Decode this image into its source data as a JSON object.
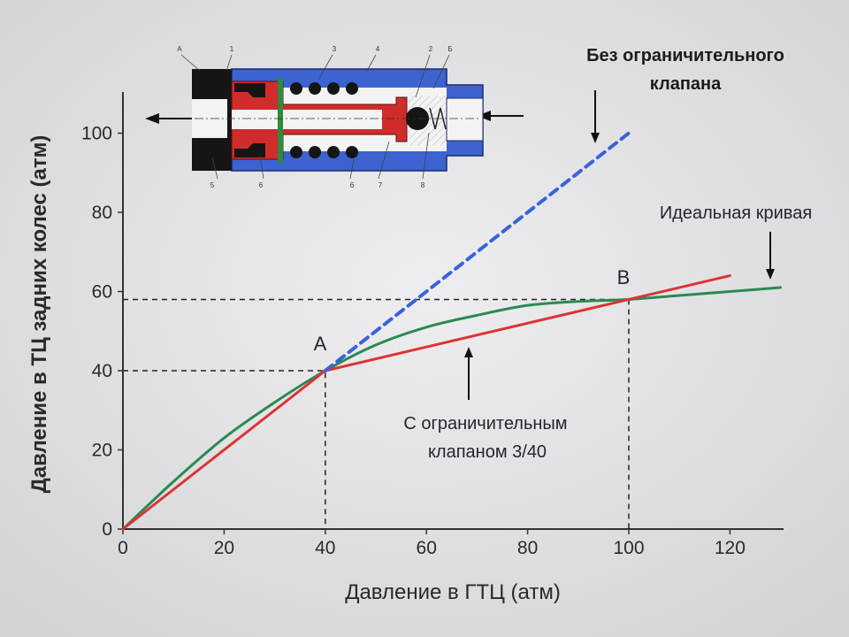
{
  "chart_data": {
    "type": "line",
    "xlabel": "Давление в ГТЦ (атм)",
    "ylabel": "Давление в ТЦ задних колес (атм)",
    "xlim": [
      0,
      130
    ],
    "ylim": [
      0,
      110
    ],
    "xticks": [
      0,
      20,
      40,
      60,
      80,
      100,
      120
    ],
    "yticks": [
      0,
      20,
      40,
      60,
      80,
      100
    ],
    "grid": false,
    "series": [
      {
        "color": "#2a8a52",
        "style": "solid",
        "x": [
          0,
          10,
          20,
          30,
          40,
          50,
          60,
          70,
          80,
          90,
          100,
          110,
          120,
          130
        ],
        "y": [
          0,
          12,
          23,
          32,
          40,
          46.5,
          51,
          54,
          56.5,
          57.5,
          58,
          59,
          60,
          61
        ]
      },
      {
        "color": "#dd3333",
        "style": "solid",
        "x": [
          0,
          40,
          120
        ],
        "y": [
          0,
          40,
          64
        ]
      },
      {
        "color": "#3a63d8",
        "style": "dashed",
        "x": [
          40,
          100
        ],
        "y": [
          40,
          100
        ]
      }
    ],
    "reference_lines": [
      {
        "x": 40,
        "y": 40
      },
      {
        "x": 100,
        "y": 58
      }
    ],
    "annotations": {
      "point_a": "A",
      "point_b": "B",
      "no_valve_line1": "Без ограничительного",
      "no_valve_line2": "клапана",
      "ideal": "Идеальная кривая",
      "with_valve_line1": "С ограничительным",
      "with_valve_line2": "клапаном 3/40"
    }
  },
  "diagram": {
    "labels_top": [
      "А",
      "1",
      "3",
      "4",
      "2",
      "Б"
    ],
    "labels_bottom": [
      "5",
      "6",
      "6",
      "7",
      "8"
    ]
  }
}
